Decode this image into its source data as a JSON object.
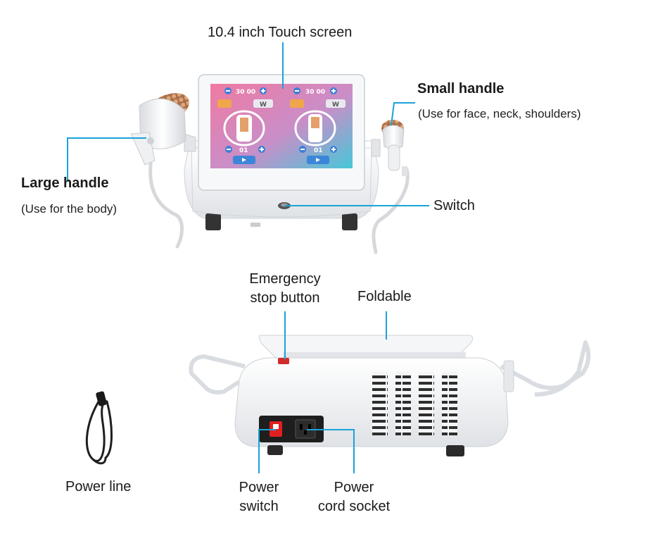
{
  "labels": {
    "touch_screen": "10.4 inch Touch screen",
    "small_handle_title": "Small handle",
    "small_handle_desc": "(Use for face, neck, shoulders)",
    "large_handle_title": "Large handle",
    "large_handle_desc": "(Use for the body)",
    "switch": "Switch",
    "emergency_line1": "Emergency",
    "emergency_line2": "stop button",
    "foldable": "Foldable",
    "power_line": "Power line",
    "power_switch_line1": "Power",
    "power_switch_line2": "switch",
    "power_socket_line1": "Power",
    "power_socket_line2": "cord socket"
  },
  "screen": {
    "left_timer": "30 00",
    "right_timer": "30 00",
    "left_level": "01",
    "right_level": "01",
    "w_button": "W"
  },
  "colors": {
    "callout_line": "#1aa3d8",
    "device_body": "#f2f3f5",
    "screen_gradient_start": "#e87aa0",
    "screen_gradient_end": "#4fc3d9",
    "handle_rollers": "#c98a5e",
    "emergency_button": "#d22b2b",
    "power_switch": "#e02020"
  },
  "icons": {
    "minus": "minus-icon",
    "plus": "plus-icon",
    "play": "play-icon",
    "power": "power-icon"
  }
}
